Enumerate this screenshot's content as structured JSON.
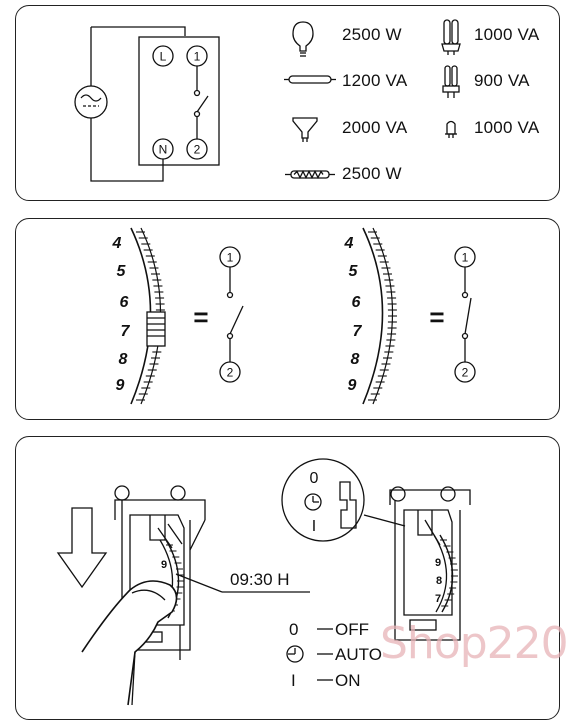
{
  "wiring": {
    "terminal_L": "L",
    "terminal_N": "N",
    "contact_1": "1",
    "contact_2": "2",
    "ac_symbol": "~"
  },
  "loads": [
    {
      "icon": "incandescent-bulb-icon",
      "label": "2500 W"
    },
    {
      "icon": "fluorescent-tube-icon",
      "label": "1200 VA"
    },
    {
      "icon": "halogen-spot-lamp-icon",
      "label": "2000 VA"
    },
    {
      "icon": "halogen-linear-lamp-icon",
      "label": "2500 W"
    },
    {
      "icon": "compact-fluorescent-lamp-icon",
      "label": "1000 VA"
    },
    {
      "icon": "energy-saving-lamp-icon",
      "label": "900 VA"
    },
    {
      "icon": "led-lamp-icon",
      "label": "1000 VA"
    }
  ],
  "dial": {
    "hours": [
      "4",
      "5",
      "6",
      "7",
      "8",
      "9"
    ],
    "equals": "=",
    "contact_1": "1",
    "contact_2": "2"
  },
  "setting": {
    "time": "09:30 H",
    "dial_hour": "9",
    "hours_right": [
      "9",
      "8",
      "7"
    ],
    "switch_zero": "0",
    "switch_one": "I",
    "modes": [
      {
        "symbol": "0",
        "label": "OFF"
      },
      {
        "symbol": "clock",
        "label": "AUTO"
      },
      {
        "symbol": "I",
        "label": "ON"
      }
    ]
  },
  "watermark": "Shop220"
}
